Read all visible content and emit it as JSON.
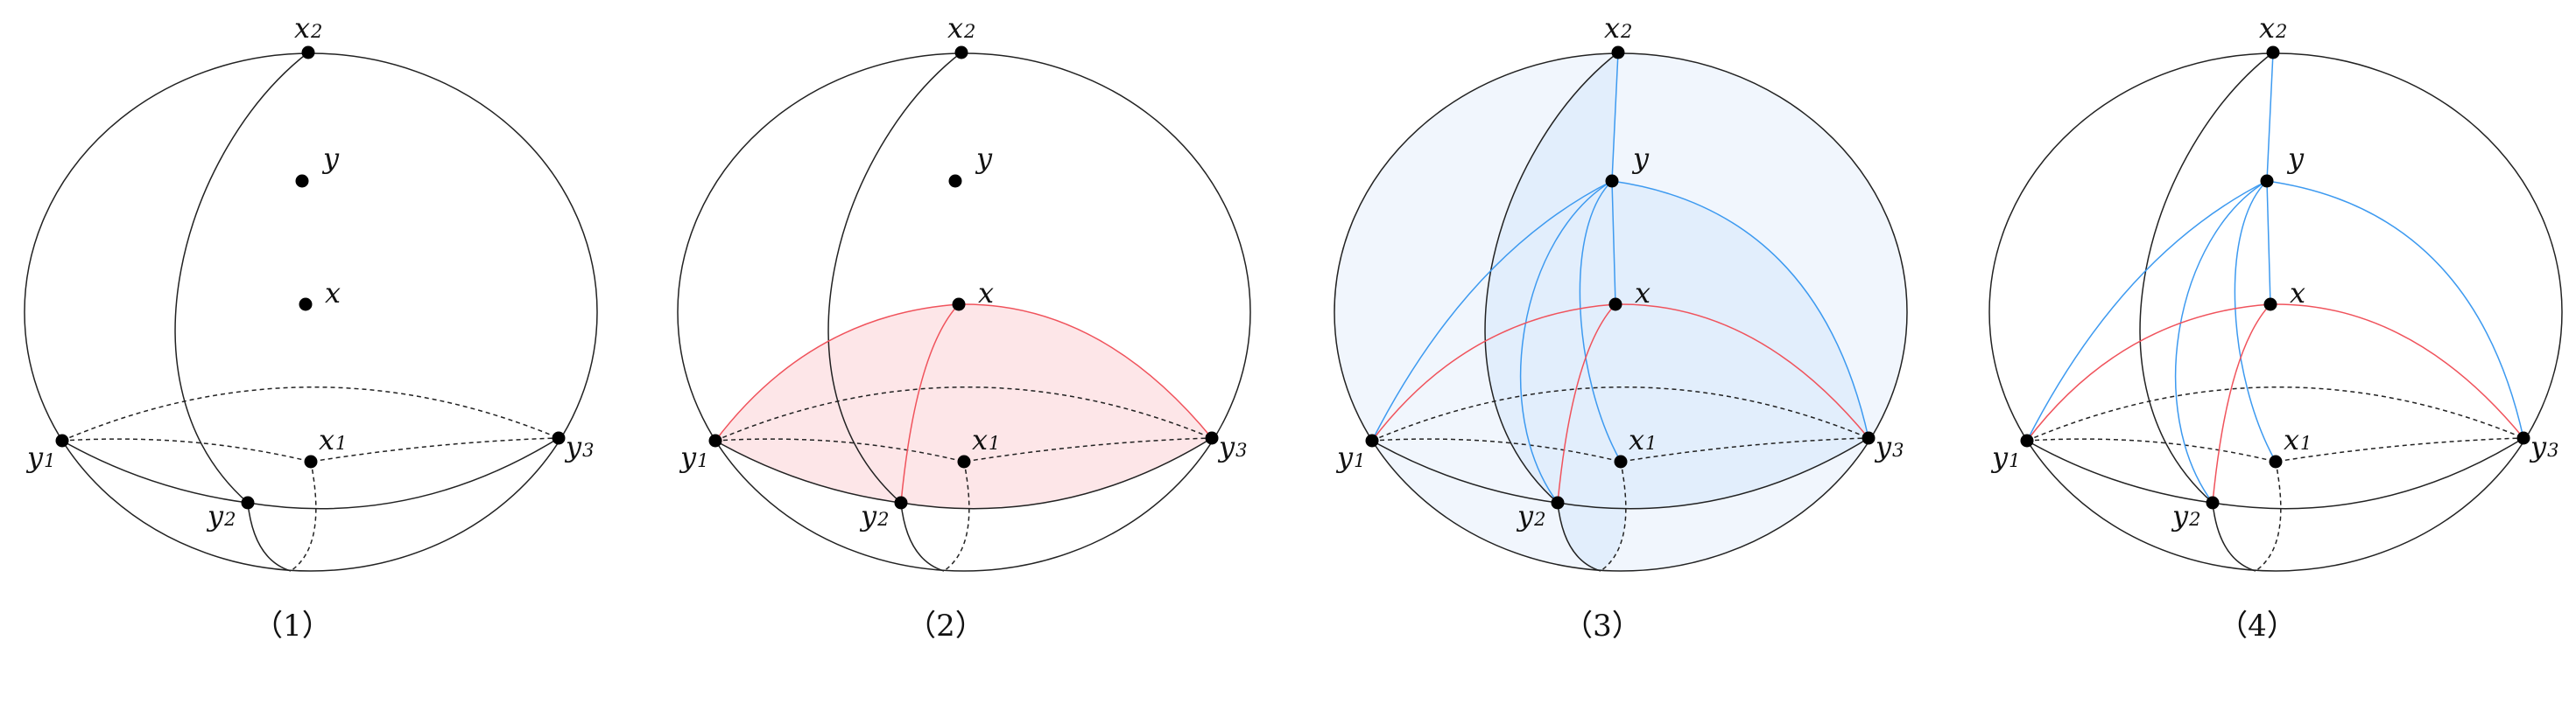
{
  "figure": {
    "colors": {
      "outline": "#222222",
      "red": "#f0535c",
      "red_fill": "#fde6e8",
      "blue": "#3d9af0",
      "blue_fill_light": "#f1f6fd",
      "blue_fill_dark": "#e2eefc"
    },
    "point_labels": {
      "X2": {
        "base": "x",
        "sub": "2"
      },
      "y": {
        "base": "y",
        "sub": ""
      },
      "x": {
        "base": "x",
        "sub": ""
      },
      "x1": {
        "base": "x",
        "sub": "1"
      },
      "y1": {
        "base": "y",
        "sub": "1"
      },
      "y2": {
        "base": "y",
        "sub": "2"
      },
      "y3": {
        "base": "y",
        "sub": "3"
      }
    },
    "panels": [
      {
        "caption": "（1）",
        "red_lines": false,
        "red_region": false,
        "blue_lines": false,
        "blue_region": false
      },
      {
        "caption": "（2）",
        "red_lines": true,
        "red_region": true,
        "blue_lines": false,
        "blue_region": false
      },
      {
        "caption": "（3）",
        "red_lines": true,
        "red_region": false,
        "blue_lines": true,
        "blue_region": true
      },
      {
        "caption": "（4）",
        "red_lines": true,
        "red_region": false,
        "blue_lines": true,
        "blue_region": false
      }
    ]
  }
}
